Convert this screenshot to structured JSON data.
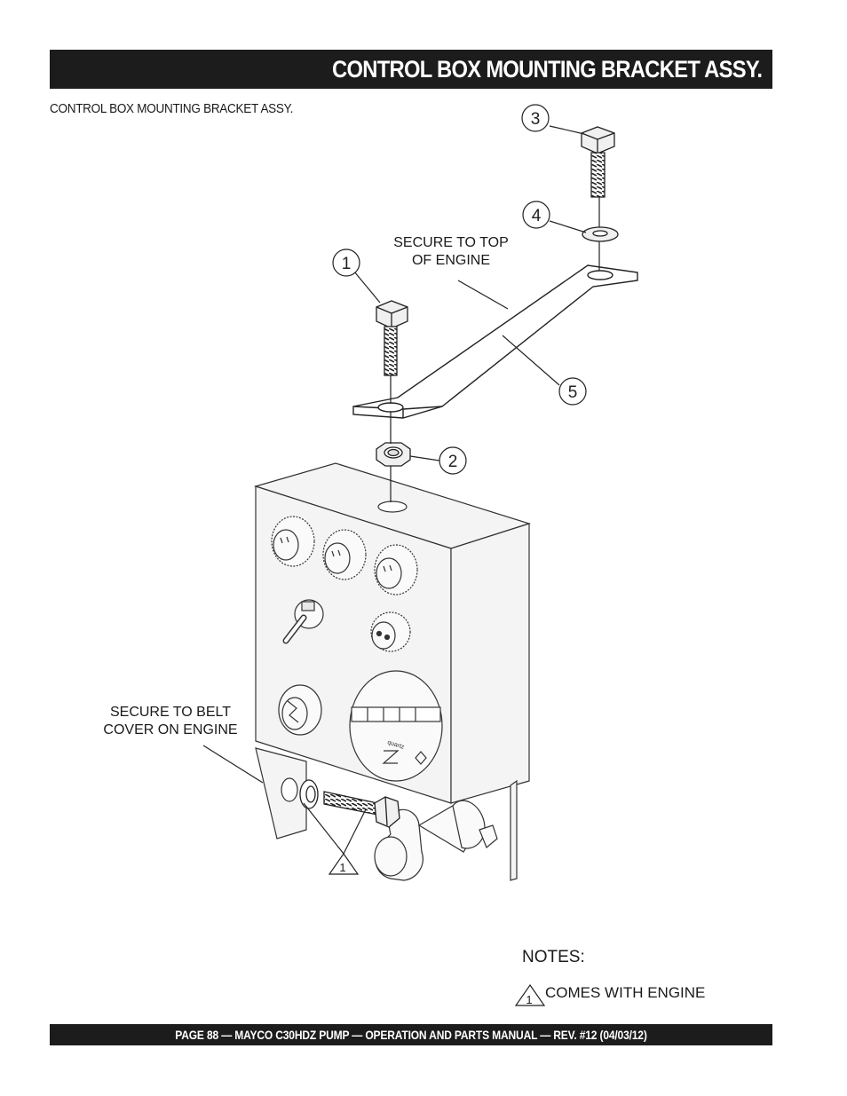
{
  "header": {
    "title": "CONTROL BOX MOUNTING BRACKET ASSY."
  },
  "figure": {
    "caption": "CONTROL BOX MOUNTING BRACKET ASSY.",
    "label_top": {
      "line1": "SECURE TO TOP",
      "line2": "OF ENGINE"
    },
    "label_belt": {
      "line1": "SECURE TO BELT",
      "line2": "COVER ON ENGINE"
    },
    "callouts": [
      "1",
      "2",
      "3",
      "4",
      "5"
    ],
    "note_marker": "1",
    "panel_brand": "quartz"
  },
  "notes": {
    "title": "NOTES:",
    "items": [
      {
        "marker": "1",
        "text": "COMES WITH ENGINE"
      }
    ]
  },
  "footer": {
    "text": "PAGE 88 — MAYCO C30HDZ PUMP — OPERATION AND PARTS MANUAL — REV. #12 (04/03/12)"
  },
  "colors": {
    "bar": "#1c1c1c",
    "panel_fill": "#f4f4f4",
    "line": "#222222"
  }
}
